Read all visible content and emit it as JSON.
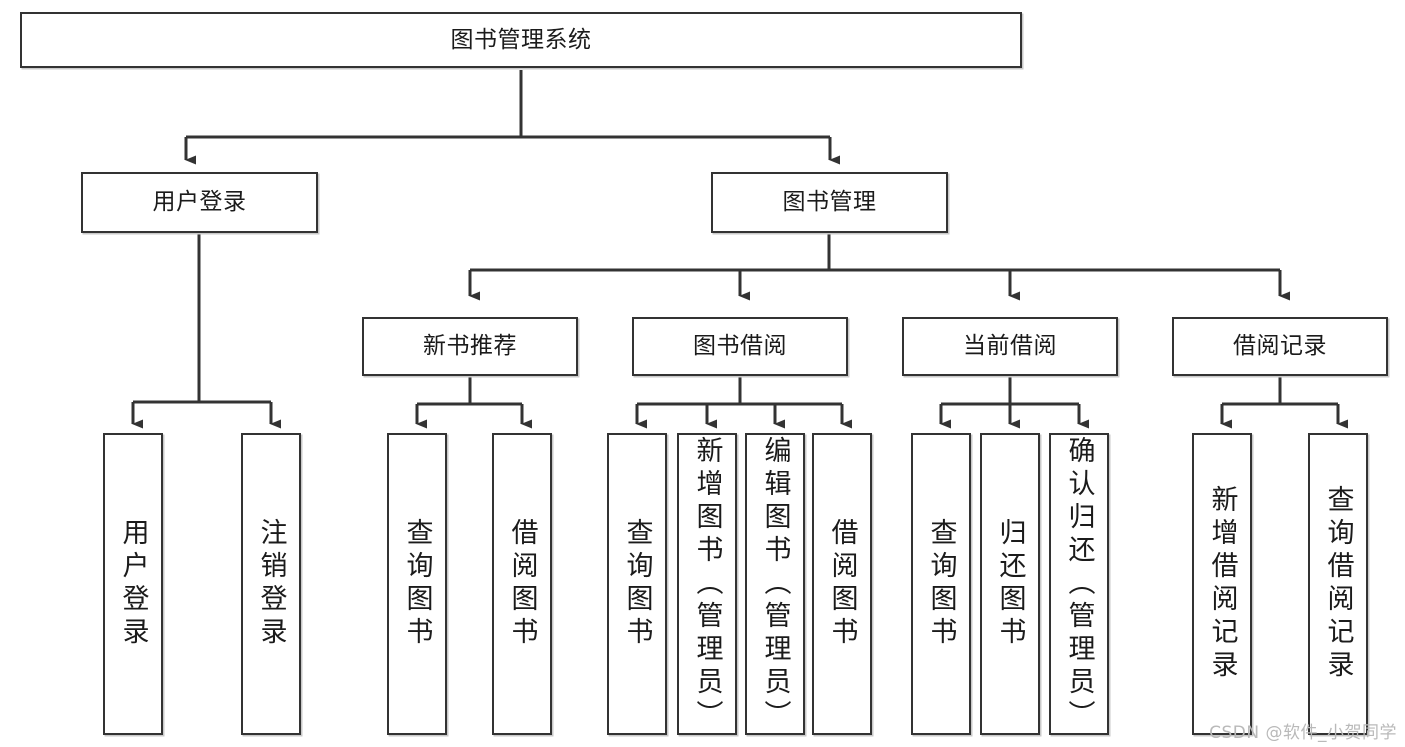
{
  "diagram": {
    "type": "tree-hierarchy",
    "title": "图书管理系统",
    "orientation": "top-down",
    "edge_color": "#333333",
    "box_border_color": "#333333",
    "box_fill_color": "#ffffff",
    "text_color": "#1b1b1b"
  },
  "nodes": {
    "root": {
      "label": "图书管理系统",
      "level": 1,
      "orientation": "horizontal"
    },
    "l2": [
      {
        "id": "user-login",
        "label": "用户登录",
        "level": 2,
        "orientation": "horizontal"
      },
      {
        "id": "book-manage",
        "label": "图书管理",
        "level": 2,
        "orientation": "horizontal"
      }
    ],
    "l3": [
      {
        "id": "new-book-recommend",
        "label": "新书推荐",
        "level": 3,
        "orientation": "horizontal"
      },
      {
        "id": "book-borrow",
        "label": "图书借阅",
        "level": 3,
        "orientation": "horizontal"
      },
      {
        "id": "current-borrow",
        "label": "当前借阅",
        "level": 3,
        "orientation": "horizontal"
      },
      {
        "id": "borrow-record",
        "label": "借阅记录",
        "level": 3,
        "orientation": "horizontal"
      }
    ],
    "leaves": [
      {
        "id": "leaf-user-login",
        "label": "用户登录",
        "parent": "user-login",
        "orientation": "vertical"
      },
      {
        "id": "leaf-user-logout",
        "label": "注销登录",
        "parent": "user-login",
        "orientation": "vertical"
      },
      {
        "id": "leaf-query-book-1",
        "label": "查询图书",
        "parent": "new-book-recommend",
        "orientation": "vertical"
      },
      {
        "id": "leaf-borrow-book-1",
        "label": "借阅图书",
        "parent": "new-book-recommend",
        "orientation": "vertical"
      },
      {
        "id": "leaf-query-book-2",
        "label": "查询图书",
        "parent": "book-borrow",
        "orientation": "vertical"
      },
      {
        "id": "leaf-add-book",
        "label": "新增图书（管理员）",
        "parent": "book-borrow",
        "orientation": "vertical"
      },
      {
        "id": "leaf-edit-book",
        "label": "编辑图书（管理员）",
        "parent": "book-borrow",
        "orientation": "vertical"
      },
      {
        "id": "leaf-borrow-book-2",
        "label": "借阅图书",
        "parent": "book-borrow",
        "orientation": "vertical"
      },
      {
        "id": "leaf-query-book-3",
        "label": "查询图书",
        "parent": "current-borrow",
        "orientation": "vertical"
      },
      {
        "id": "leaf-return-book",
        "label": "归还图书",
        "parent": "current-borrow",
        "orientation": "vertical"
      },
      {
        "id": "leaf-confirm-return",
        "label": "确认归还（管理员）",
        "parent": "current-borrow",
        "orientation": "vertical"
      },
      {
        "id": "leaf-add-borrow-record",
        "label": "新增借阅记录",
        "parent": "borrow-record",
        "orientation": "vertical"
      },
      {
        "id": "leaf-query-borrow-record",
        "label": "查询借阅记录",
        "parent": "borrow-record",
        "orientation": "vertical"
      }
    ]
  },
  "watermark": {
    "text": "CSDN @软件_小贺同学",
    "color": "#b9b9b9"
  }
}
